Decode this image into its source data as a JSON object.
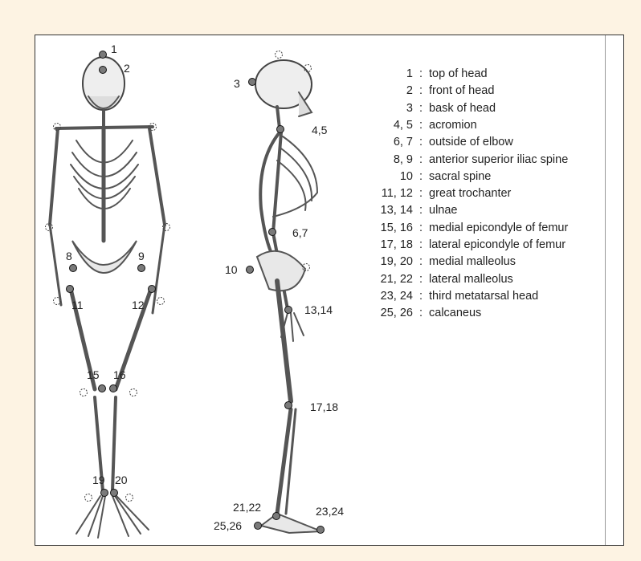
{
  "legend": [
    {
      "num": "1",
      "label": "top of head"
    },
    {
      "num": "2",
      "label": "front of head"
    },
    {
      "num": "3",
      "label": "bask of head"
    },
    {
      "num": "4, 5",
      "label": "acromion"
    },
    {
      "num": "6, 7",
      "label": "outside of elbow"
    },
    {
      "num": "8, 9",
      "label": "anterior superior iliac spine"
    },
    {
      "num": "10",
      "label": "sacral spine"
    },
    {
      "num": "11, 12",
      "label": "great trochanter"
    },
    {
      "num": "13, 14",
      "label": "ulnae"
    },
    {
      "num": "15, 16",
      "label": "medial epicondyle of femur"
    },
    {
      "num": "17, 18",
      "label": "lateral epicondyle of femur"
    },
    {
      "num": "19, 20",
      "label": "medial malleolus"
    },
    {
      "num": "21, 22",
      "label": "lateral malleolus"
    },
    {
      "num": "23, 24",
      "label": "third metatarsal head"
    },
    {
      "num": "25, 26",
      "label": "calcaneus"
    }
  ],
  "separator": ":",
  "front_labels": [
    "1",
    "2",
    "8",
    "9",
    "11",
    "12",
    "15",
    "16",
    "19",
    "20"
  ],
  "side_labels": [
    "3",
    "4,5",
    "6,7",
    "10",
    "13,14",
    "17,18",
    "21,22",
    "23,24",
    "25,26"
  ]
}
